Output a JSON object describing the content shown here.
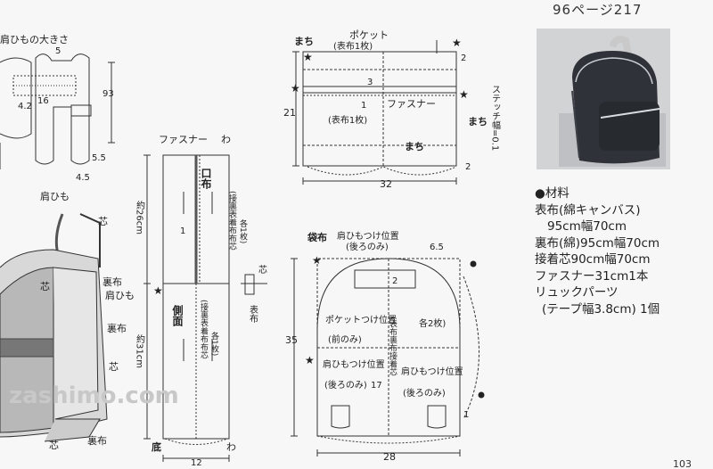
{
  "header": {
    "page_ref": "96ページ217"
  },
  "strap_detail": {
    "title": "肩ひもの大きさ",
    "dims": [
      "5",
      "16",
      "4.2",
      "93",
      "4.5",
      "5.5"
    ]
  },
  "assembly": {
    "labels": [
      "肩ひも",
      "芯",
      "裏布",
      "肩ひも",
      "裏布",
      "芯",
      "芯",
      "裏布",
      "芯"
    ]
  },
  "pocket_piece": {
    "pocket_label": "ポケット",
    "pocket_sub": "(表布1枚)",
    "machi_left": "まち",
    "machi_right": "まち",
    "machi_bottom": "まち",
    "fastener": "ファスナー",
    "main_sub": "(表布1枚)",
    "stitch_width": "ステッチ幅=0.1",
    "dim_height": "21",
    "dim_width": "32",
    "dim_3": "3",
    "dim_2a": "2",
    "dim_2b": "2",
    "dim_1": "1"
  },
  "side_piece": {
    "fastener": "ファスナー",
    "wa_top": "わ",
    "wa_bottom": "わ",
    "kuchi": "口布",
    "kuchi_sub": "(接裏表着布布芯",
    "kuchi_count": "各1枚)",
    "sokumen": "側面",
    "sokumen_sub": "(接裏表着布布芯",
    "sokumen_count": "各1枚)",
    "bottom": "底",
    "dim_top": "約26cm",
    "dim_bottom": "約31cm",
    "dim_width": "12",
    "dim_1": "1",
    "shin": "芯",
    "omote": "表布"
  },
  "bag_body": {
    "title": "袋布",
    "strap_pos_top": "肩ひもつけ位置",
    "strap_pos_top_sub": "(後ろのみ)",
    "pocket_pos": "ポケットつけ位置",
    "pocket_pos_sub": "(前のみ)",
    "fabric_list": "(表布裏布接着芯",
    "fabric_count": "各2枚)",
    "strap_left": "肩ひもつけ位置",
    "strap_left_sub": "(後ろのみ)",
    "strap_right": "肩ひもつけ位置",
    "strap_right_sub": "(後ろのみ)",
    "dim_height": "35",
    "dim_width": "28",
    "dim_65": "6.5",
    "dim_2": "2",
    "dim_17": "17",
    "dim_1": "1"
  },
  "watermark": {
    "site": "zashimo.com"
  },
  "page_number": "103",
  "materials": {
    "heading": "材料",
    "lines": [
      "表布(綿キャンバス)",
      "95cm幅70cm",
      "裏布(綿)95cm幅70cm",
      "接着芯90cm幅70cm",
      "ファスナー31cm1本",
      "リュックパーツ",
      "(テープ幅3.8cm) 1個"
    ]
  }
}
